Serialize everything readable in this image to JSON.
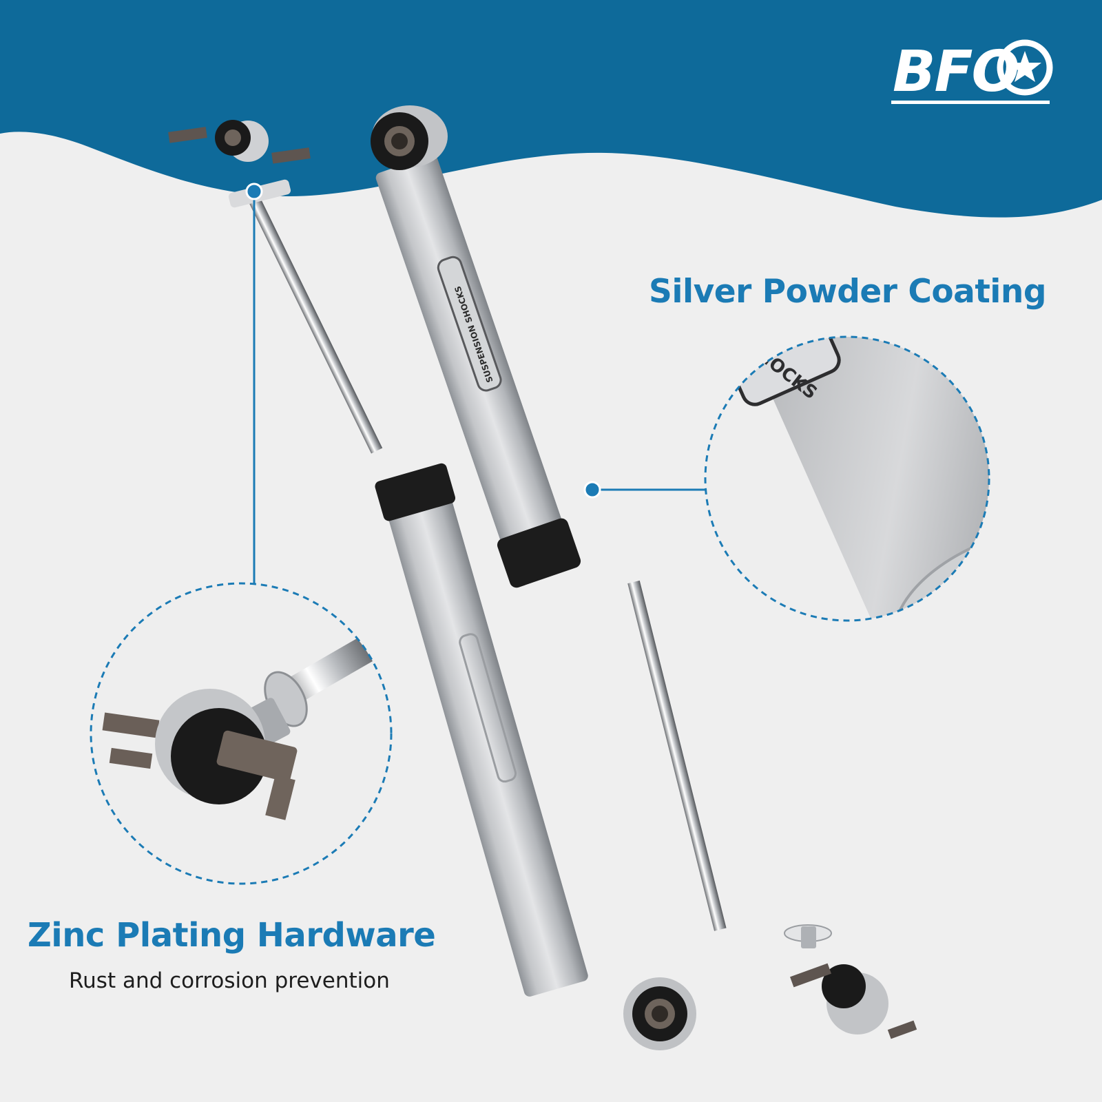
{
  "brand": {
    "logo_text": "BFO",
    "colors": {
      "primary_blue": "#0e6a9a",
      "light_gray": "#efefef",
      "accent_blue": "#1b7bb5"
    }
  },
  "product_label": "SUSPENSION SHOCKS",
  "detail_label": "SHOCKS",
  "features": {
    "right": {
      "title": "Silver Powder Coating"
    },
    "left": {
      "title": "Zinc Plating Hardware",
      "subtitle": "Rust and corrosion prevention"
    }
  }
}
